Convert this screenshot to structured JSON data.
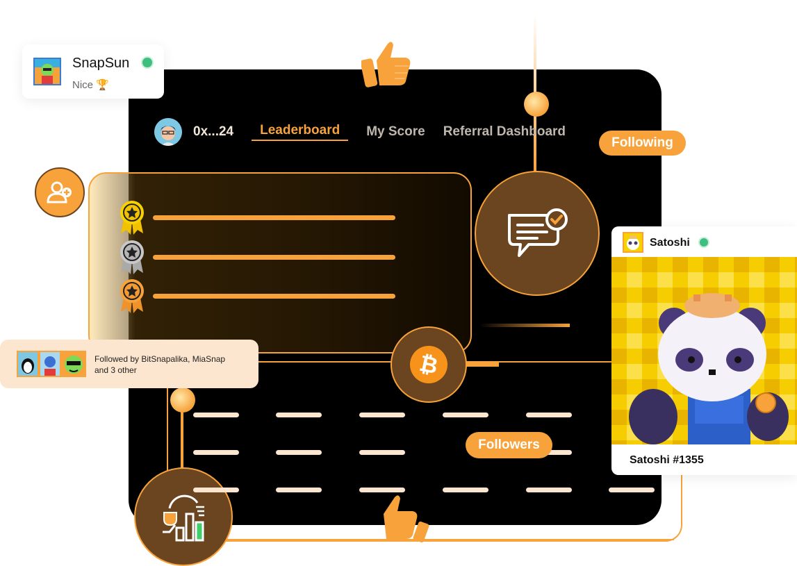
{
  "header": {
    "wallet": "0x...24",
    "tabs": [
      {
        "label": "Leaderboard",
        "active": true
      },
      {
        "label": "My Score",
        "active": false
      },
      {
        "label": "Referral Dashboard",
        "active": false
      }
    ]
  },
  "badges": {
    "following": "Following",
    "followers": "Followers"
  },
  "snapsun_card": {
    "name": "SnapSun",
    "subtitle": "Nice 🏆"
  },
  "followed_card": {
    "text_line1": "Followed by BitSnapalika, MiaSnap",
    "text_line2": "and 3 other"
  },
  "nft_card": {
    "owner": "Satoshi",
    "title": "Satoshi #1355"
  },
  "leaderboard": {
    "medals": [
      "gold-medal-icon",
      "silver-medal-icon",
      "bronze-medal-icon"
    ]
  },
  "colors": {
    "accent": "#f7a23a",
    "panel": "#000000",
    "brown": "#6b4520",
    "dash": "#fde6cf"
  }
}
